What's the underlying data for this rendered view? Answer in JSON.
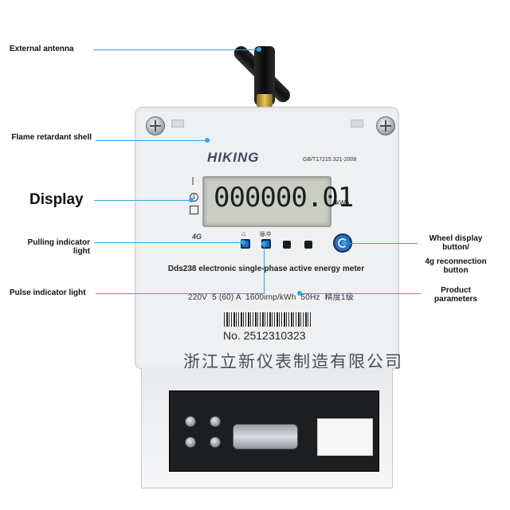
{
  "callouts": {
    "antenna": "External antenna",
    "shell": "Flame retardant shell",
    "display": "Display",
    "pulling": "Pulling indicator light",
    "pulse": "Pulse indicator light",
    "wheel": "Wheel display button/",
    "reconnect": "4g reconnection button",
    "product": "Product parameters"
  },
  "meter": {
    "brand": "HIKING",
    "standard": "GB/T17215.321-2008",
    "reading": "000000.01",
    "unit": "◂kWh",
    "circle_one": "1",
    "network": "4G",
    "warning_label": "△",
    "pulse_label": "脉冲",
    "model": "Dds238 electronic single-phase active energy meter",
    "params": "220V  5 (60) A  1600imp/kWh  50Hz  精度1级",
    "serial": "No. 2512310323",
    "maker": "浙江立新仪表制造有限公司"
  },
  "colors": {
    "accent": "#2ea6e6",
    "led": "#1f6fc9"
  }
}
